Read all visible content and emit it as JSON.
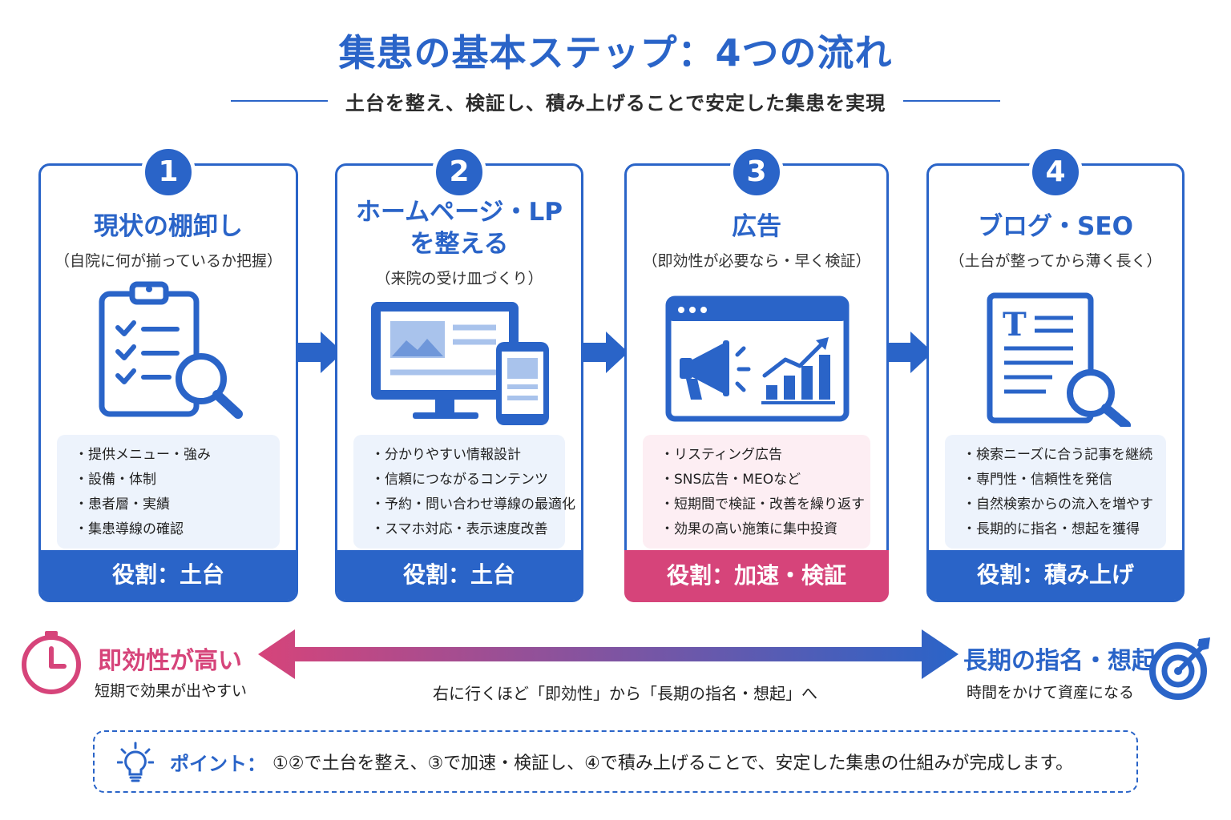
{
  "title": "集患の基本ステップ：4つの流れ",
  "subtitle": "土台を整え、検証し、積み上げることで安定した集患を実現",
  "steps": [
    {
      "number": "1",
      "title": "現状の棚卸し",
      "note": "（自院に何が揃っているか把握）",
      "icon": "clipboard-search-icon",
      "items": [
        "・提供メニュー・強み",
        "・設備・体制",
        "・患者層・実績",
        "・集患導線の確認"
      ],
      "role": "役割：土台"
    },
    {
      "number": "2",
      "title_line1": "ホームページ・LP",
      "title_line2": "を整える",
      "note": "（来院の受け皿づくり）",
      "icon": "monitor-phone-icon",
      "items": [
        "・分かりやすい情報設計",
        "・信頼につながるコンテンツ",
        "・予約・問い合わせ導線の最適化",
        "・スマホ対応・表示速度改善"
      ],
      "role": "役割：土台"
    },
    {
      "number": "3",
      "title": "広告",
      "note": "（即効性が必要なら・早く検証）",
      "icon": "megaphone-chart-icon",
      "items": [
        "・リスティング広告",
        "・SNS広告・MEOなど",
        "・短期間で検証・改善を繰り返す",
        "・効果の高い施策に集中投資"
      ],
      "role": "役割：加速・検証"
    },
    {
      "number": "4",
      "title": "ブログ・SEO",
      "note": "（土台が整ってから薄く長く）",
      "icon": "document-search-icon",
      "items": [
        "・検索ニーズに合う記事を継続",
        "・専門性・信頼性を発信",
        "・自然検索からの流入を増やす",
        "・長期的に指名・想起を獲得"
      ],
      "role": "役割：積み上げ"
    }
  ],
  "spectrum": {
    "left_label": "即効性が高い",
    "left_sub": "短期で効果が出やすい",
    "right_label": "長期の指名・想起",
    "right_sub": "時間をかけて資産になる",
    "caption": "右に行くほど「即効性」から「長期の指名・想起」へ"
  },
  "point": {
    "label": "ポイント：",
    "text": "①②で土台を整え、③で加速・検証し、④で積み上げることで、安定した集患の仕組みが完成します。"
  },
  "colors": {
    "blue": "#2a64c8",
    "pink": "#d6447a",
    "light_blue": "#edf3fc",
    "light_pink": "#fdeef3"
  }
}
